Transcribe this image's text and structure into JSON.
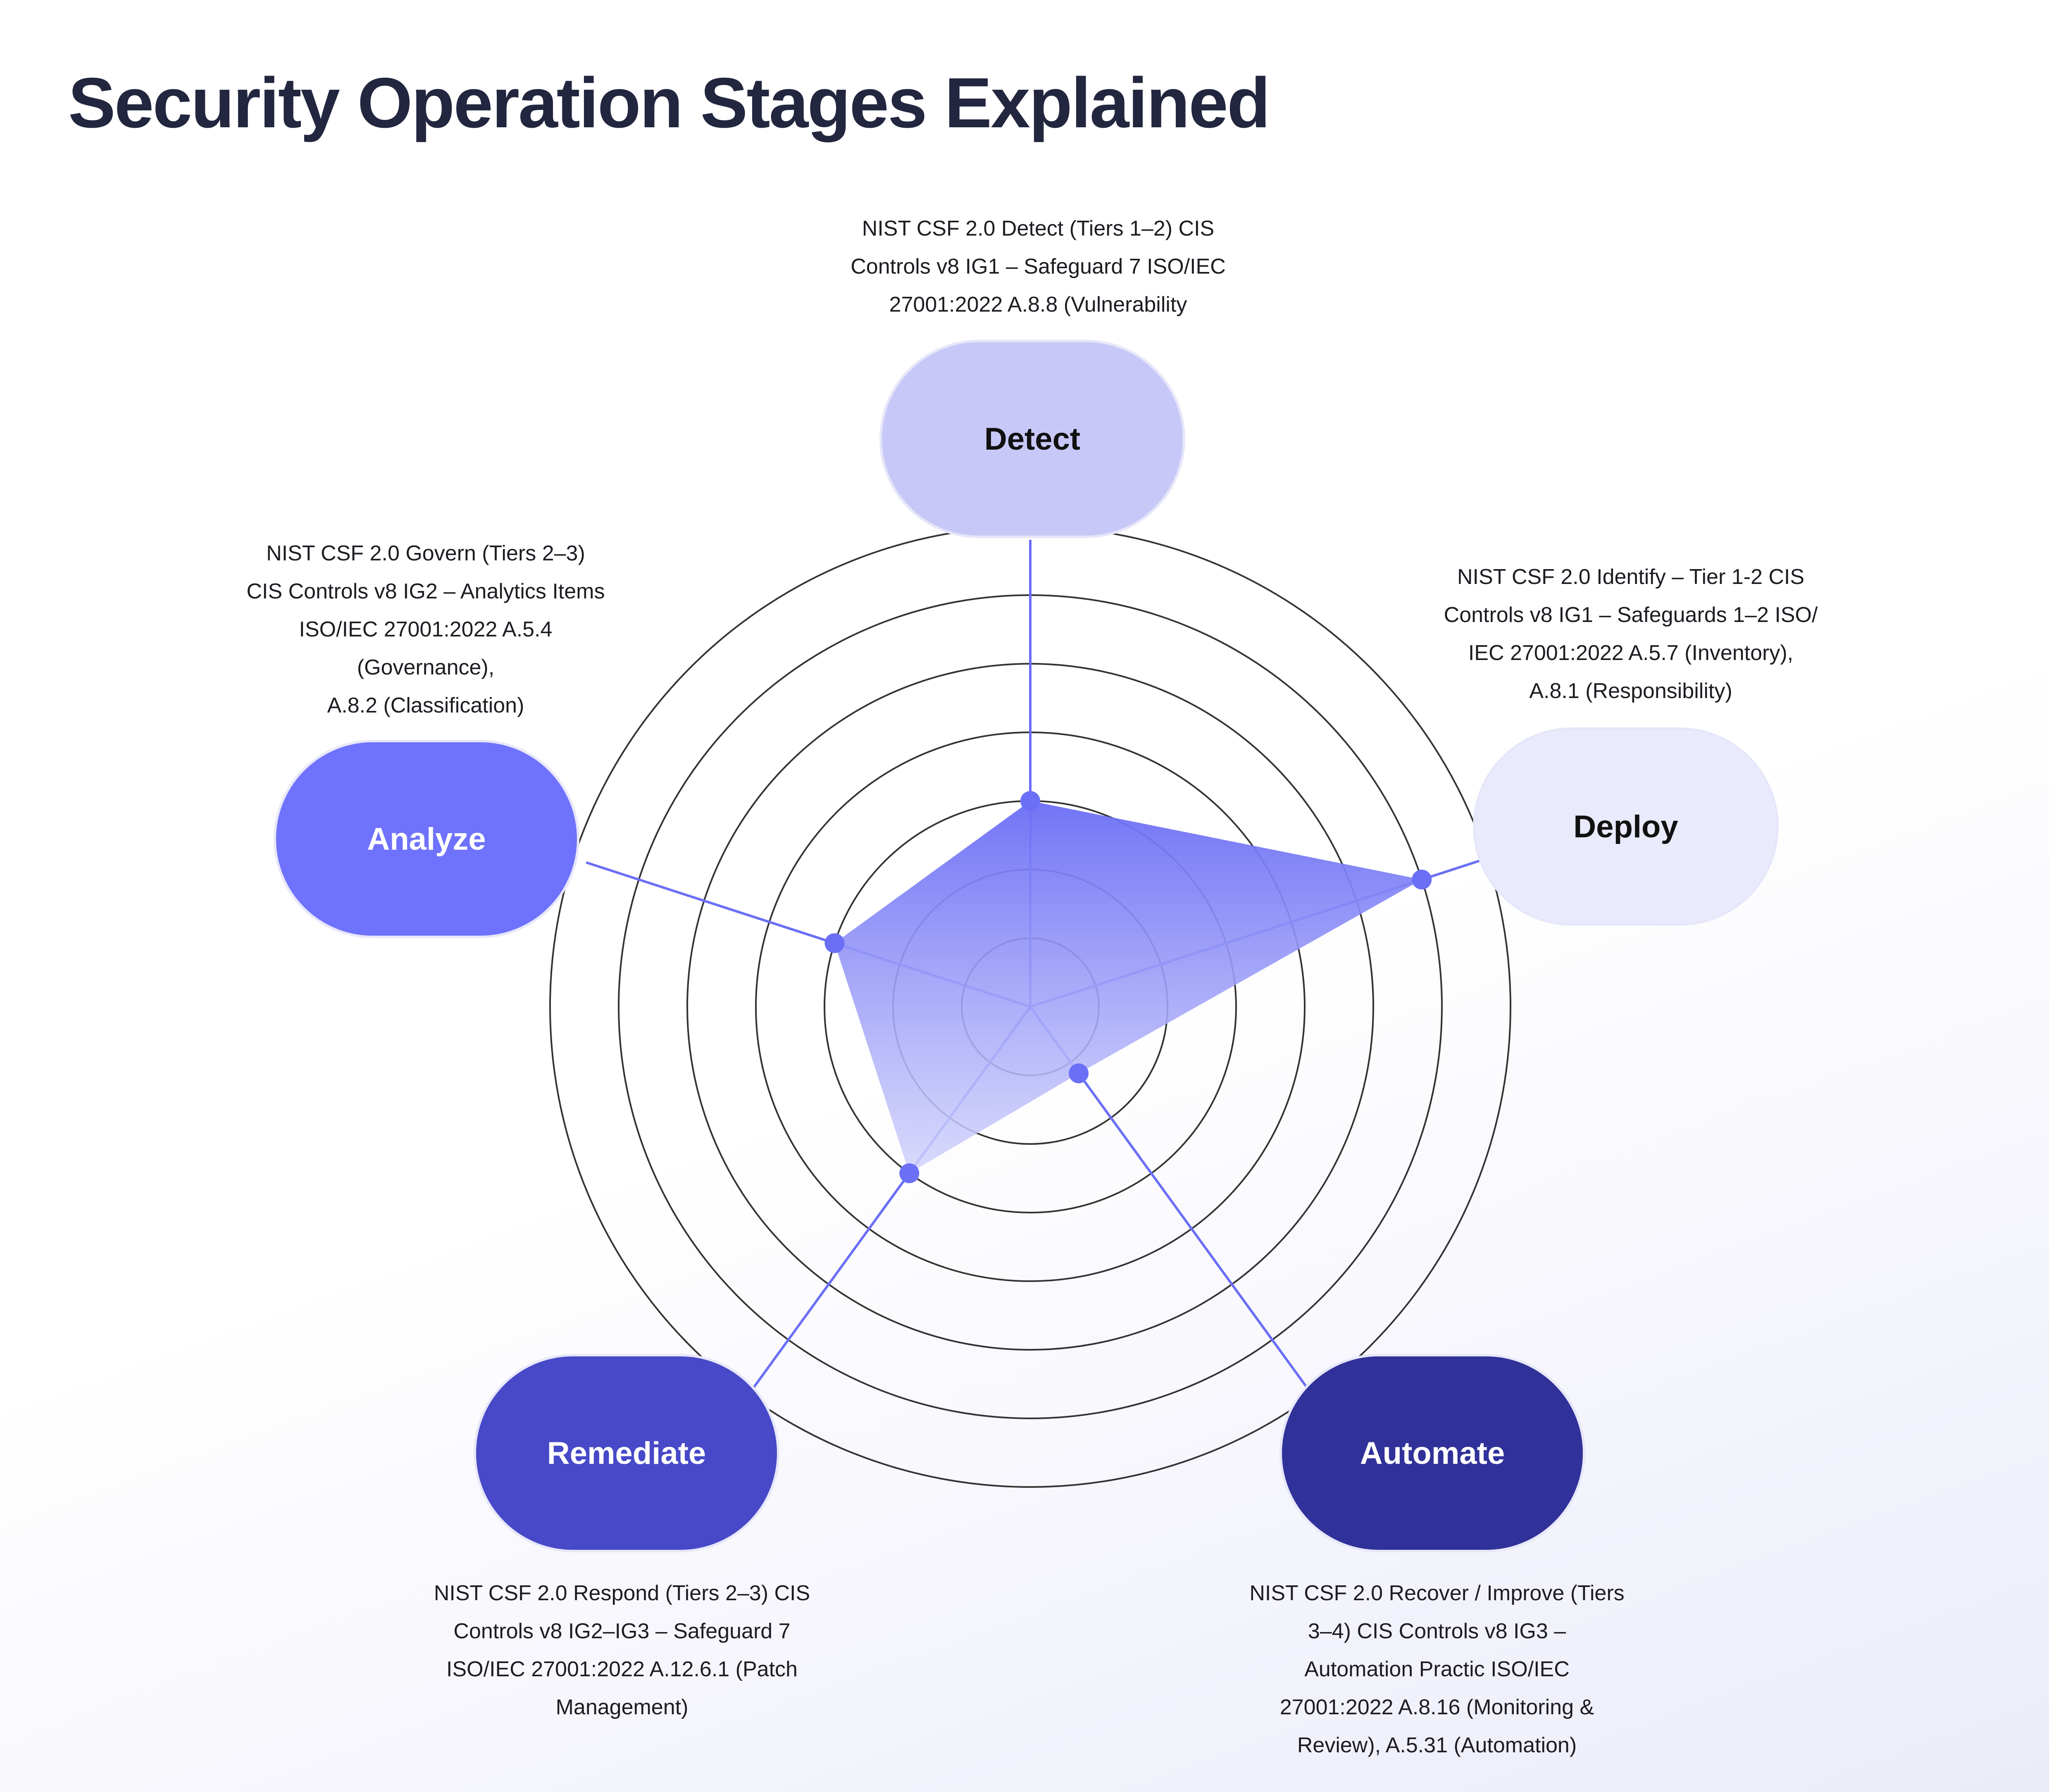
{
  "title": "Security Operation Stages Explained",
  "chart_data": {
    "type": "radar",
    "title": "Security Operation Stages Explained",
    "rings": 7,
    "axes": [
      "Detect",
      "Deploy",
      "Automate",
      "Remediate",
      "Analyze"
    ],
    "values": [
      3,
      6,
      1.2,
      3,
      3
    ],
    "range": [
      0,
      7
    ],
    "colors": {
      "axis": "#6b6ff6",
      "fill_top": "#6a6df5",
      "fill_bottom": "#d3d4fb",
      "ring": "#333333",
      "point": "#6b6ff6"
    }
  },
  "stages": [
    {
      "label": "Detect",
      "bg": "#c8c8f8",
      "fg": "#111111"
    },
    {
      "label": "Deploy",
      "bg": "#e9eafc",
      "fg": "#111111"
    },
    {
      "label": "Automate",
      "bg": "#31319a",
      "fg": "#ffffff"
    },
    {
      "label": "Remediate",
      "bg": "#4749c8",
      "fg": "#ffffff"
    },
    {
      "label": "Analyze",
      "bg": "#6f72fc",
      "fg": "#ffffff"
    }
  ],
  "notes": {
    "detect": [
      "NIST CSF 2.0 Detect (Tiers 1–2) CIS",
      "Controls v8 IG1 – Safeguard 7 ISO/IEC",
      "27001:2022 A.8.8 (Vulnerability"
    ],
    "deploy": [
      "NIST CSF 2.0 Identify – Tier 1-2 CIS",
      "Controls v8 IG1 – Safeguards 1–2 ISO/",
      "IEC 27001:2022 A.5.7 (Inventory),",
      "A.8.1 (Responsibility)"
    ],
    "analyze": [
      "NIST CSF 2.0 Govern (Tiers 2–3)",
      "CIS Controls v8 IG2 – Analytics Items",
      "ISO/IEC 27001:2022 A.5.4",
      "(Governance),",
      "A.8.2 (Classification)"
    ],
    "remediate": [
      "NIST CSF 2.0 Respond (Tiers 2–3) CIS",
      "Controls v8 IG2–IG3 – Safeguard 7",
      "ISO/IEC 27001:2022 A.12.6.1 (Patch",
      "Management)"
    ],
    "automate": [
      "NIST CSF 2.0 Recover / Improve (Tiers",
      "3–4) CIS Controls v8 IG3 –",
      "Automation Practic ISO/IEC",
      "27001:2022 A.8.16 (Monitoring &",
      "Review), A.5.31 (Automation)"
    ]
  }
}
